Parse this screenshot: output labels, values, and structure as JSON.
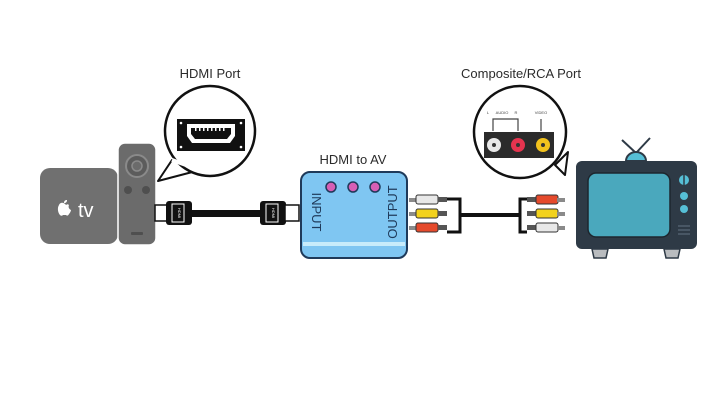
{
  "labels": {
    "hdmi_port": "HDMI Port",
    "converter": "HDMI to AV",
    "composite_port": "Composite/RCA Port",
    "converter_input": "INPUT",
    "converter_output": "OUTPUT",
    "hdmi_plug_text": "HDMI",
    "apple_tv_text": "tv",
    "rca_left": "L",
    "rca_audio": "AUDIO",
    "rca_right": "R",
    "rca_video": "VIDEO"
  },
  "colors": {
    "apple_tv": "#707070",
    "remote": "#6b6b6b",
    "converter_fill": "#7fc6f2",
    "converter_border": "#1f3a5a",
    "converter_led": "#d65fb5",
    "tv_body": "#2e3a46",
    "tv_screen": "#4aa8bd",
    "tv_knob": "#56bfd6",
    "tv_feet": "#b9bcbf",
    "cable": "#111111",
    "rca_white": "#e8e8e8",
    "rca_red": "#e54a2c",
    "rca_yellow": "#f2d21d"
  }
}
